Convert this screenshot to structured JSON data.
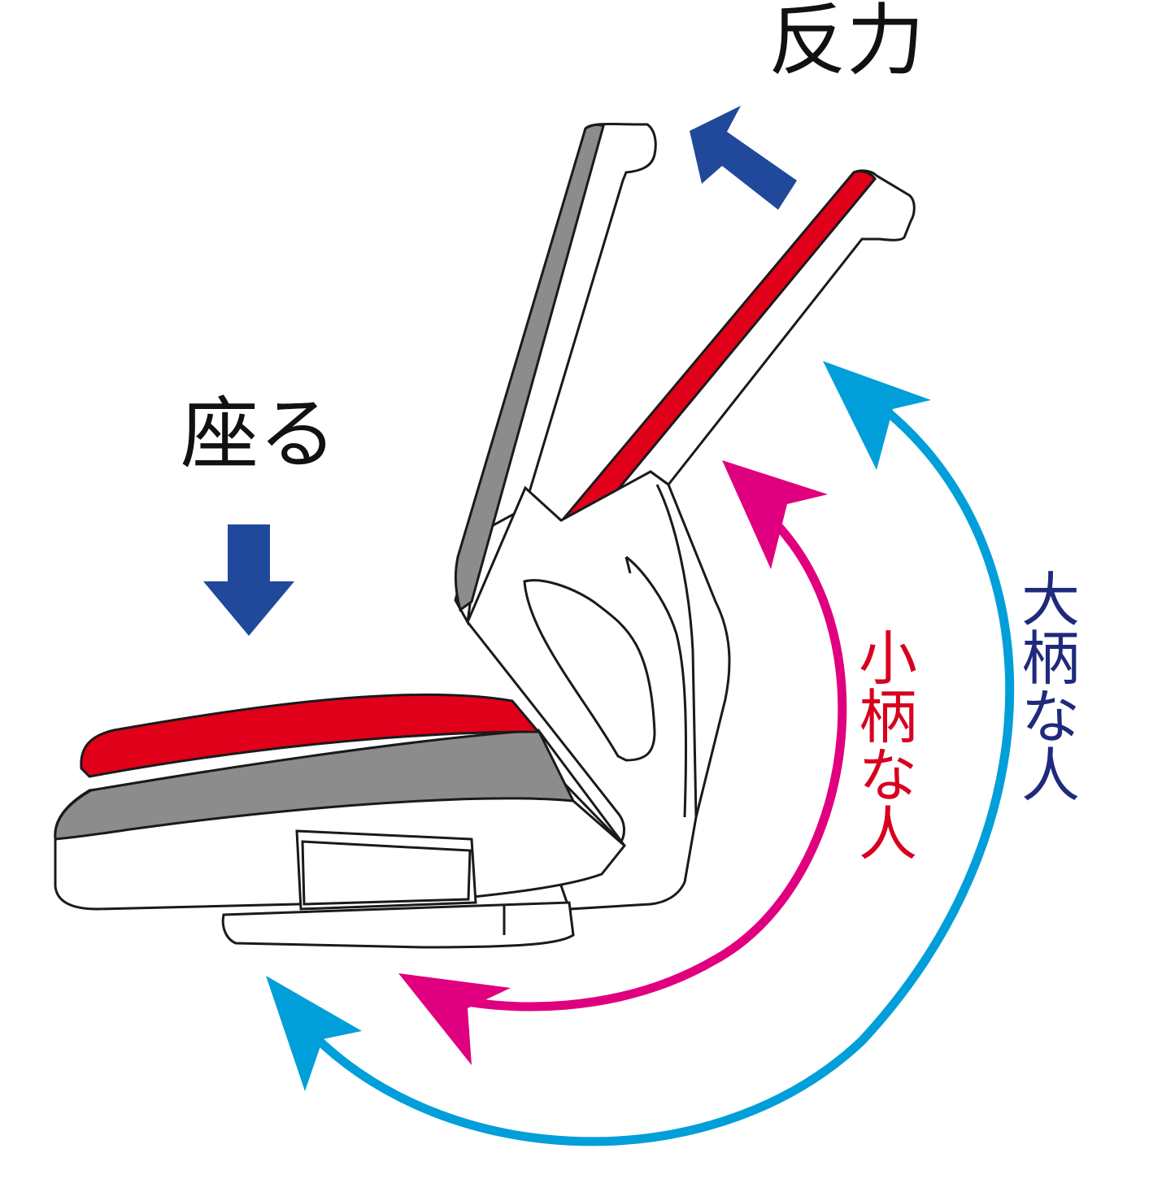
{
  "labels": {
    "reaction_force": "反力",
    "sit": "座る",
    "small_person": [
      "小",
      "柄",
      "な",
      "人"
    ],
    "large_person": [
      "大",
      "柄",
      "な",
      "人"
    ]
  },
  "colors": {
    "text": "#111111",
    "blue_arrow": "#20499b",
    "small_person_text": "#d8001f",
    "large_person_text": "#1f2a7d",
    "small_arc": "#e0007f",
    "large_arc": "#009fd9",
    "cushion_red": "#e0001a",
    "cushion_gray": "#8c8c8c",
    "outline": "#1a1a1a"
  }
}
